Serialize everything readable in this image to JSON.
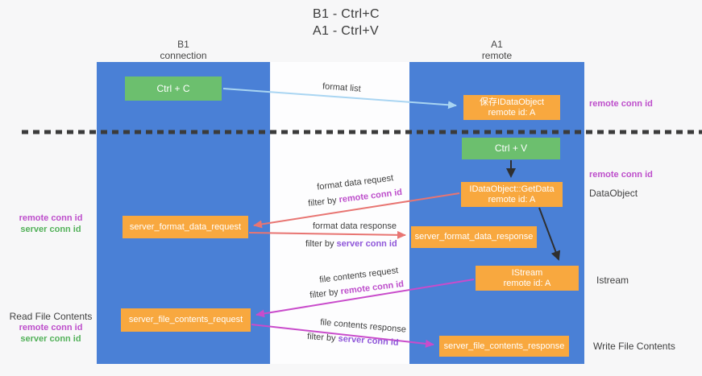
{
  "title": {
    "line1": "B1 - Ctrl+C",
    "line2": "A1 - Ctrl+V"
  },
  "lanes": {
    "left": {
      "name": "B1",
      "subtitle": "connection"
    },
    "right": {
      "name": "A1",
      "subtitle": "remote"
    }
  },
  "boxes": {
    "ctrl_c": {
      "label": "Ctrl + C"
    },
    "save_idataobject": {
      "line1": "保存IDataObject",
      "line2": "remote id: A"
    },
    "ctrl_v": {
      "label": "Ctrl + V"
    },
    "idataobject_getdata": {
      "line1": "IDataObject::GetData",
      "line2": "remote id: A"
    },
    "istream": {
      "line1": "IStream",
      "line2": "remote id: A"
    },
    "server_format_data_request": {
      "label": "server_format_data_request"
    },
    "server_format_data_response": {
      "label": "server_format_data_response"
    },
    "server_file_contents_request": {
      "label": "server_file_contents_request"
    },
    "server_file_contents_response": {
      "label": "server_file_contents_response"
    }
  },
  "arrow_labels": {
    "format_list": "format list",
    "format_data_request": "format data request",
    "format_data_response": "format data response",
    "file_contents_request": "file contents request",
    "file_contents_response": "file contents response",
    "filter_by": "filter by ",
    "remote_conn_id": "remote conn id",
    "server_conn_id": "server conn id"
  },
  "side_labels": {
    "left_format": {
      "remote": "remote conn id",
      "server": "server conn id"
    },
    "left_file": {
      "title": "Read File Contents",
      "remote": "remote conn id",
      "server": "server conn id"
    },
    "right_top_remote": "remote conn id",
    "right_mid_remote": "remote conn id",
    "right_dataobject": "DataObject",
    "right_istream": "Istream",
    "right_write": "Write File Contents"
  },
  "colors": {
    "lane_blue": "#4a80d6",
    "box_orange": "#f8a83f",
    "box_green": "#6cbf6e",
    "arrow_red": "#e87572",
    "arrow_magenta": "#c94ccb",
    "arrow_lightblue": "#a9d5f2",
    "arrow_black": "#2f2f2f",
    "dashed_line": "#3b3b3b",
    "remote_purple": "#bd4ecb",
    "server_violet": "#8f57d9",
    "server_green": "#53b15a"
  }
}
